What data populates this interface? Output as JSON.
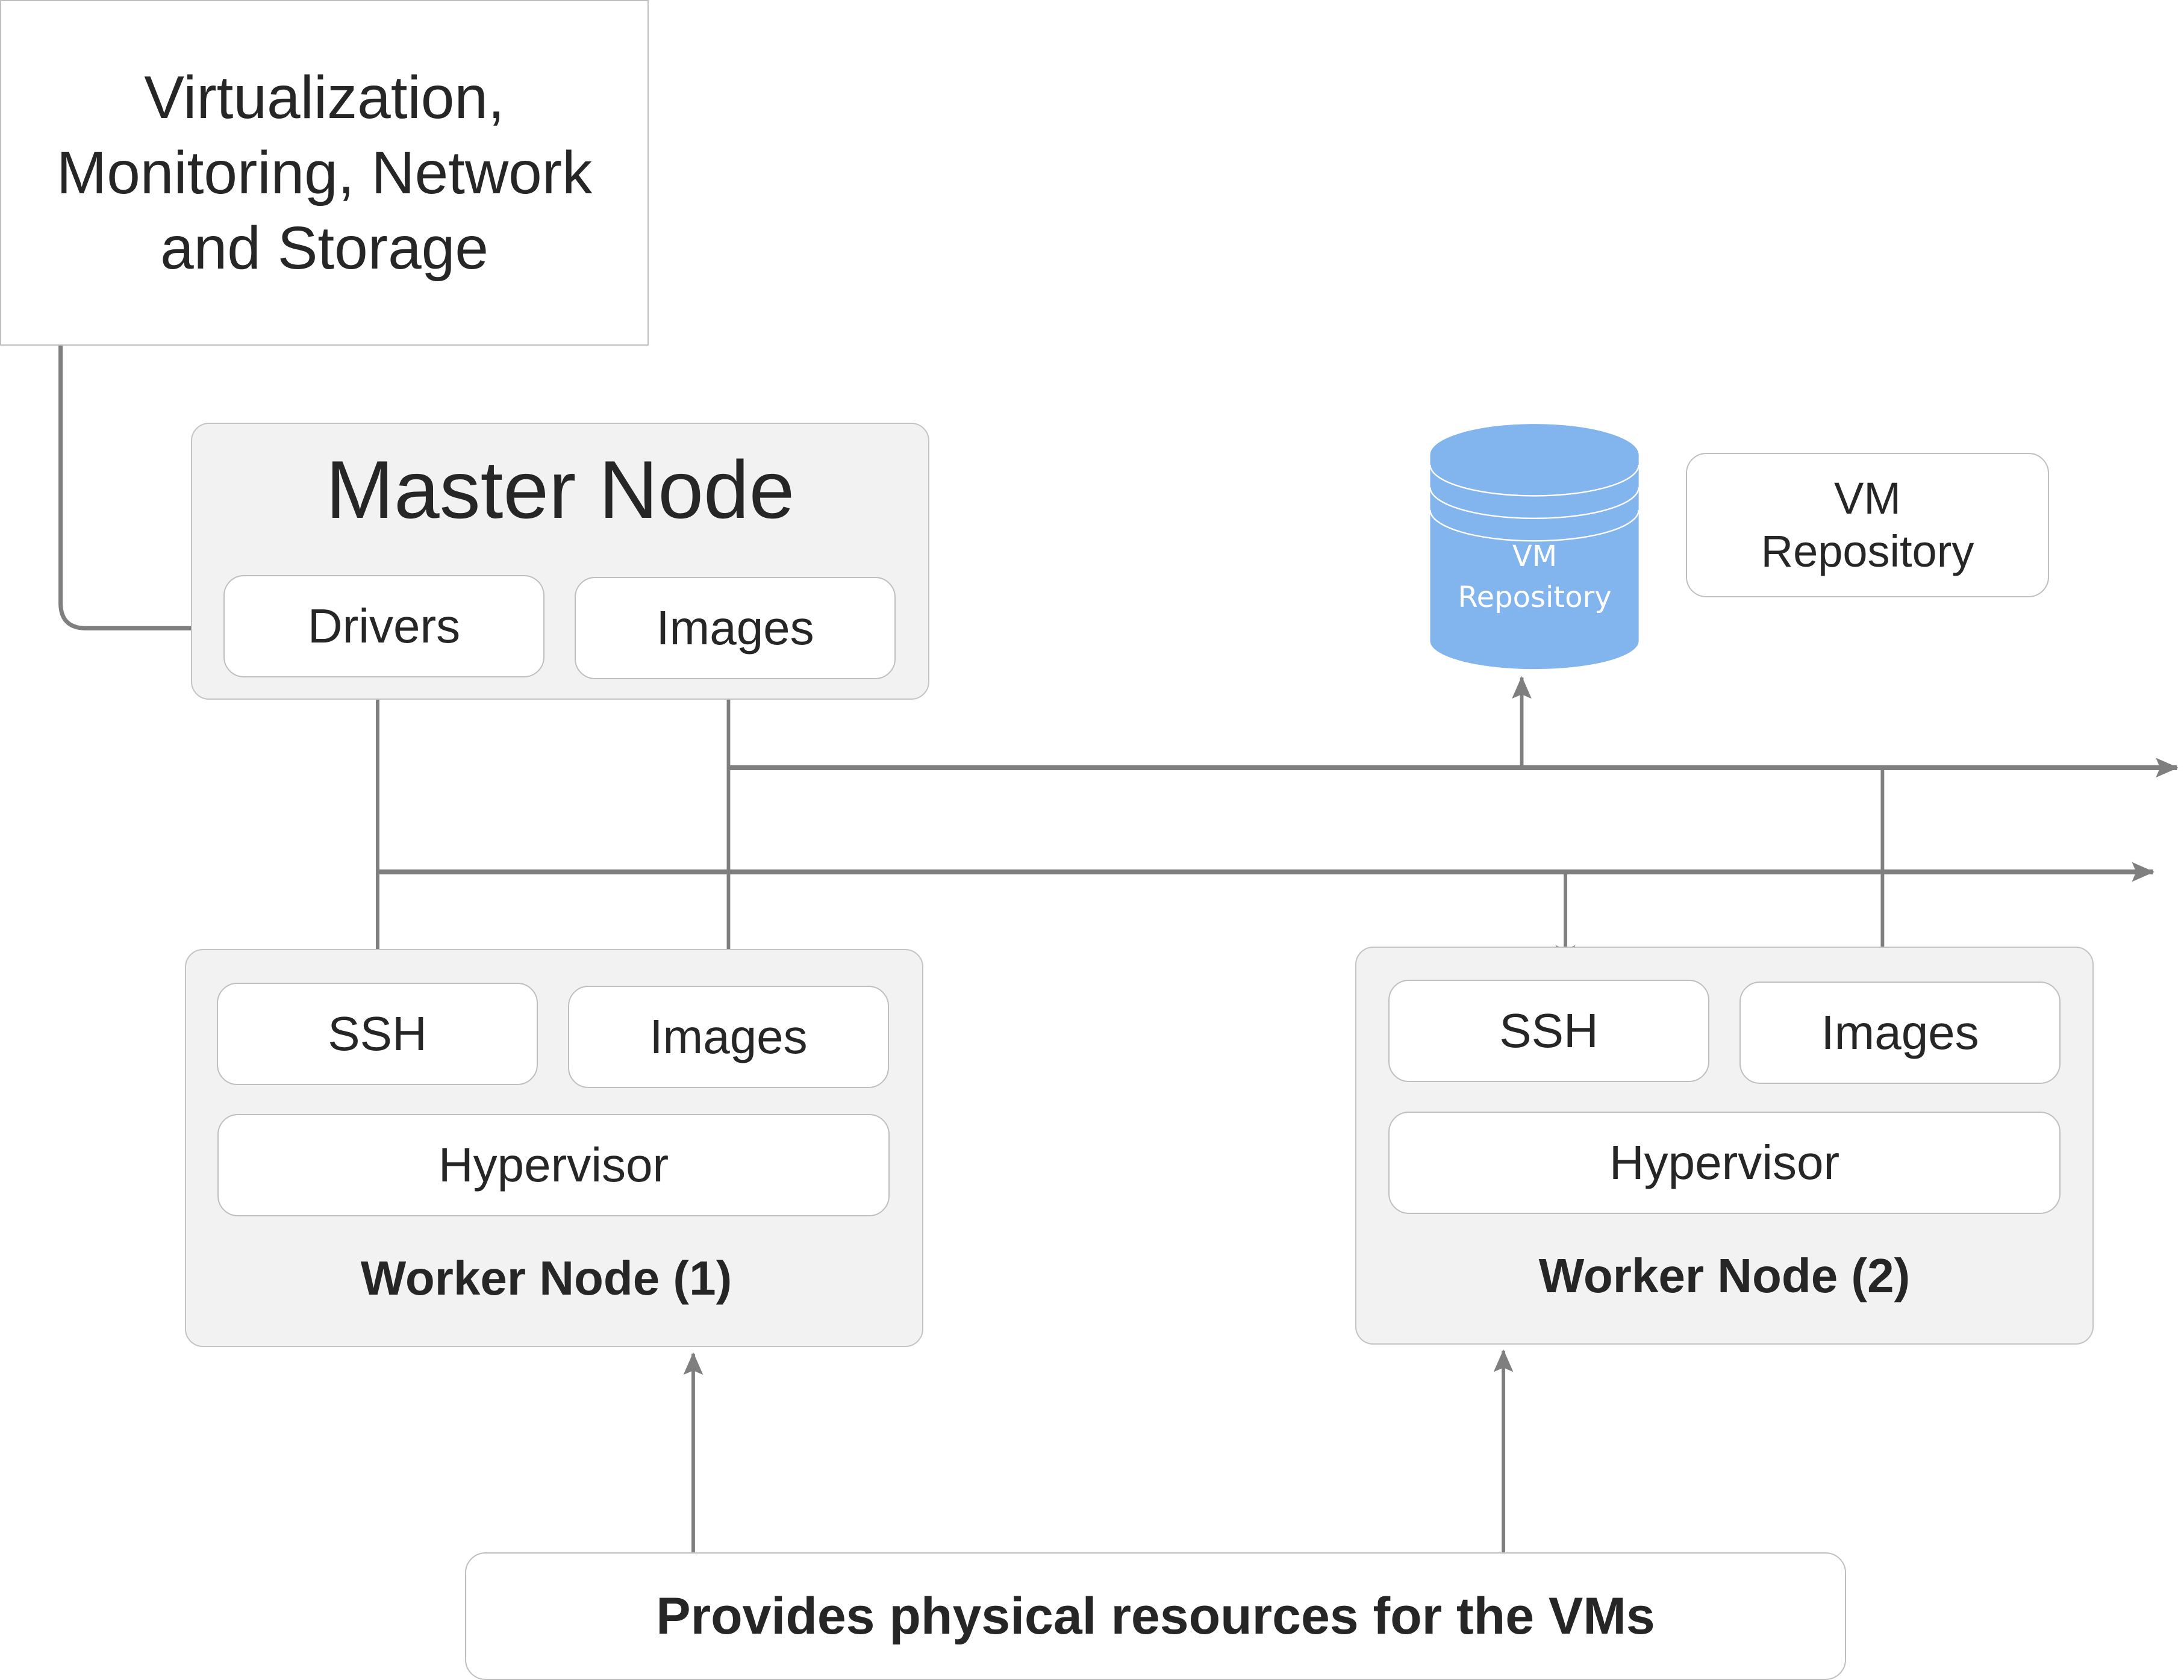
{
  "diagram": {
    "top_box": {
      "lines": [
        "Virtualization,",
        "Monitoring, Network",
        "and Storage"
      ]
    },
    "master_node": {
      "title": "Master Node",
      "components": [
        "Drivers",
        "Images"
      ]
    },
    "vm_repository_cylinder": {
      "lines": [
        "VM",
        "Repository"
      ],
      "color": "#82b4ee"
    },
    "vm_repository_box": {
      "lines": [
        "VM",
        "Repository"
      ]
    },
    "worker_nodes": [
      {
        "title": "Worker Node (1)",
        "components": [
          "SSH",
          "Images",
          "Hypervisor"
        ]
      },
      {
        "title": "Worker Node (2)",
        "components": [
          "SSH",
          "Images",
          "Hypervisor"
        ]
      }
    ],
    "bottom_box": {
      "label": "Provides physical resources for the VMs"
    },
    "colors": {
      "arrow": "#7f7f7f",
      "container_fill": "#f2f2f2",
      "border": "#bfbfbf",
      "text": "#262626"
    }
  }
}
